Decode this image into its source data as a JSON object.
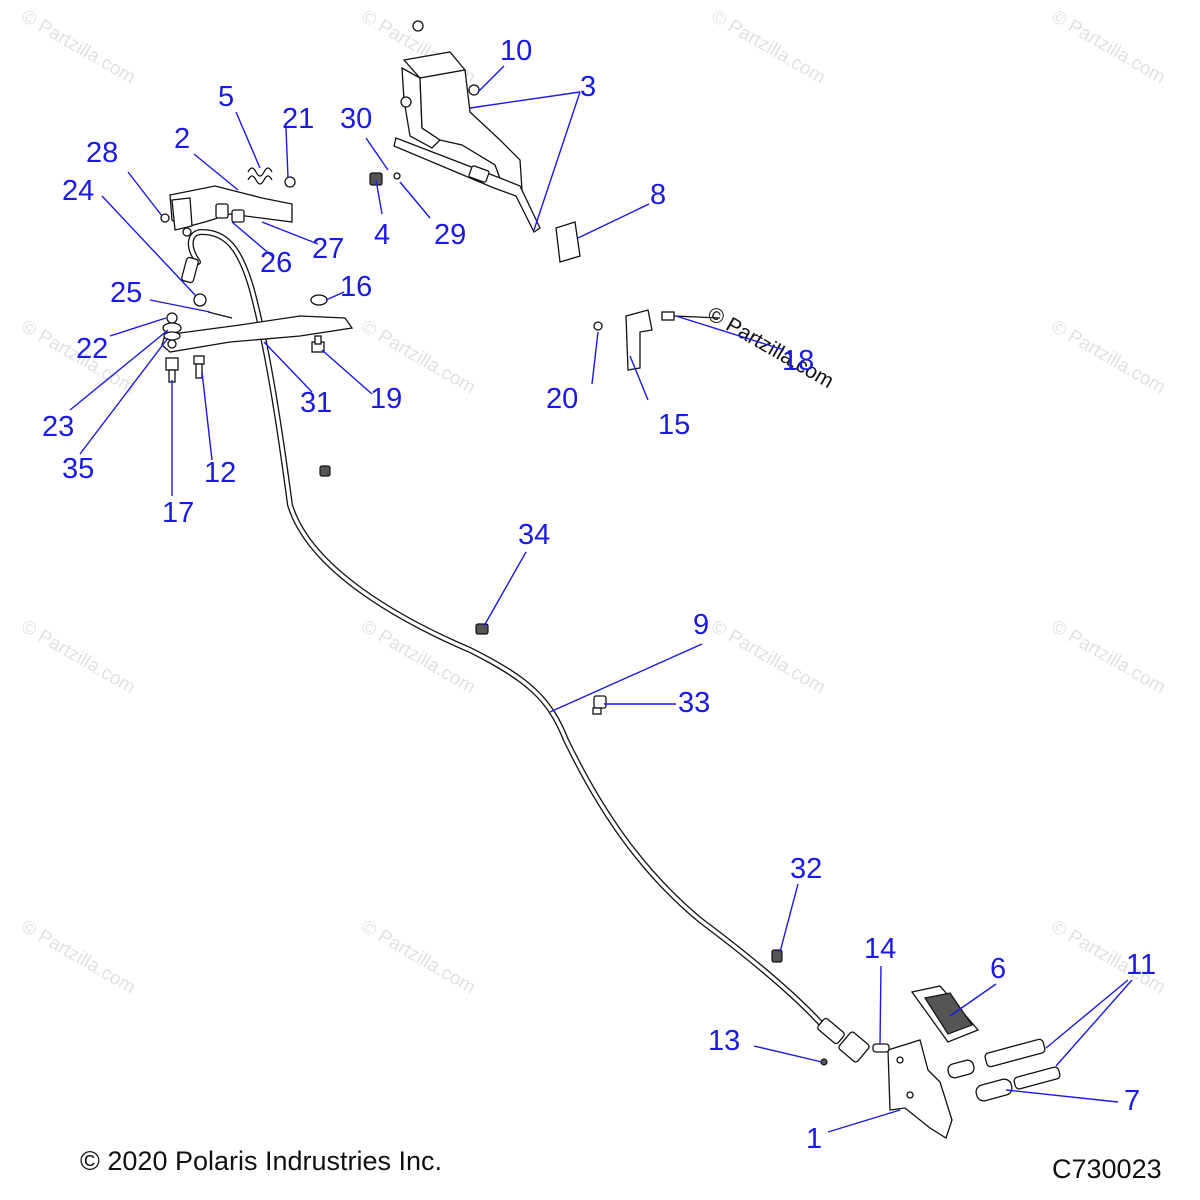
{
  "watermark": "© Partzilla.com",
  "copyright": "© 2020 Polaris Indrustries Inc.",
  "diagram_code": "C730023",
  "callouts": {
    "c1": "1",
    "c2": "2",
    "c3": "3",
    "c4": "4",
    "c5": "5",
    "c6": "6",
    "c7": "7",
    "c8": "8",
    "c9": "9",
    "c10": "10",
    "c11": "11",
    "c12": "12",
    "c13": "13",
    "c14": "14",
    "c15": "15",
    "c16": "16",
    "c17": "17",
    "c18": "18",
    "c19": "19",
    "c20": "20",
    "c21": "21",
    "c22": "22",
    "c23": "23",
    "c24": "24",
    "c25": "25",
    "c26": "26",
    "c27": "27",
    "c28": "28",
    "c29": "29",
    "c30": "30",
    "c31": "31",
    "c32": "32",
    "c33": "33",
    "c34": "34",
    "c35": "35"
  },
  "colors": {
    "callout": "#1a1ae6",
    "line_art": "#111111",
    "watermark": "#e2e2e2"
  }
}
